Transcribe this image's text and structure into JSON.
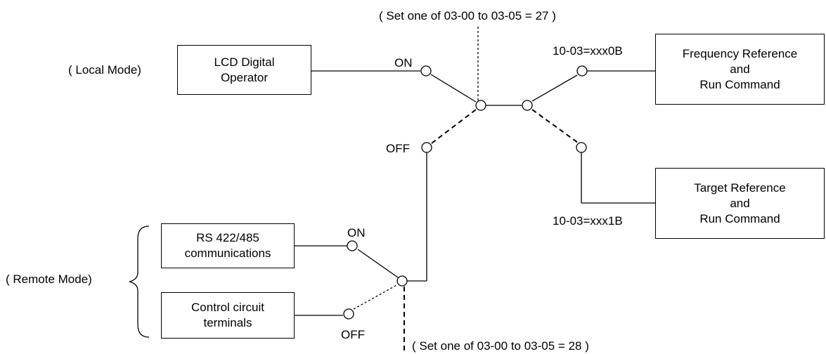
{
  "top_setting": "( Set one of 03-00 to 03-05 = 27 )",
  "bottom_setting": "( Set one of 03-00 to 03-05 = 28 )",
  "local_mode": "( Local Mode)",
  "remote_mode": "( Remote Mode)",
  "boxes": {
    "lcd": {
      "line1": "LCD Digital",
      "line2": "Operator"
    },
    "rs": {
      "line1": "RS 422/485",
      "line2": "communications"
    },
    "control": {
      "line1": "Control circuit",
      "line2": "terminals"
    },
    "freq": {
      "line1": "Frequency Reference",
      "line2": "and",
      "line3": "Run Command"
    },
    "target": {
      "line1": "Target Reference",
      "line2": "and",
      "line3": "Run Command"
    }
  },
  "switch_labels": {
    "local_on": "ON",
    "local_off": "OFF",
    "remote_on": "ON",
    "remote_off": "OFF",
    "out_0b": "10-03=xxx0B",
    "out_1b": "10-03=xxx1B"
  }
}
